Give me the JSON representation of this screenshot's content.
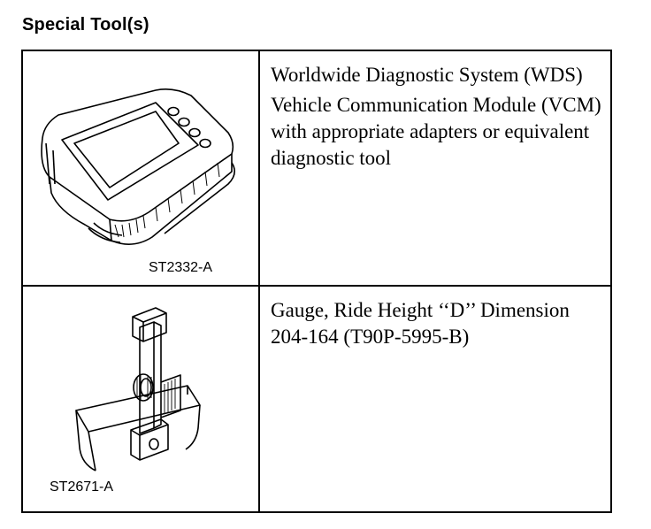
{
  "heading": "Special Tool(s)",
  "tools": [
    {
      "figure_code": "ST2332-A",
      "icon": "diagnostic-tablet-icon",
      "lines": [
        "Worldwide Diagnostic System (WDS)",
        "Vehicle Communication Module (VCM) with appropriate adapters or equivalent diagnostic tool"
      ]
    },
    {
      "figure_code": "ST2671-A",
      "icon": "ride-height-gauge-icon",
      "lines": [
        "Gauge, Ride Height ‘‘D’’ Dimension",
        "204-164 (T90P-5995-B)"
      ]
    }
  ]
}
